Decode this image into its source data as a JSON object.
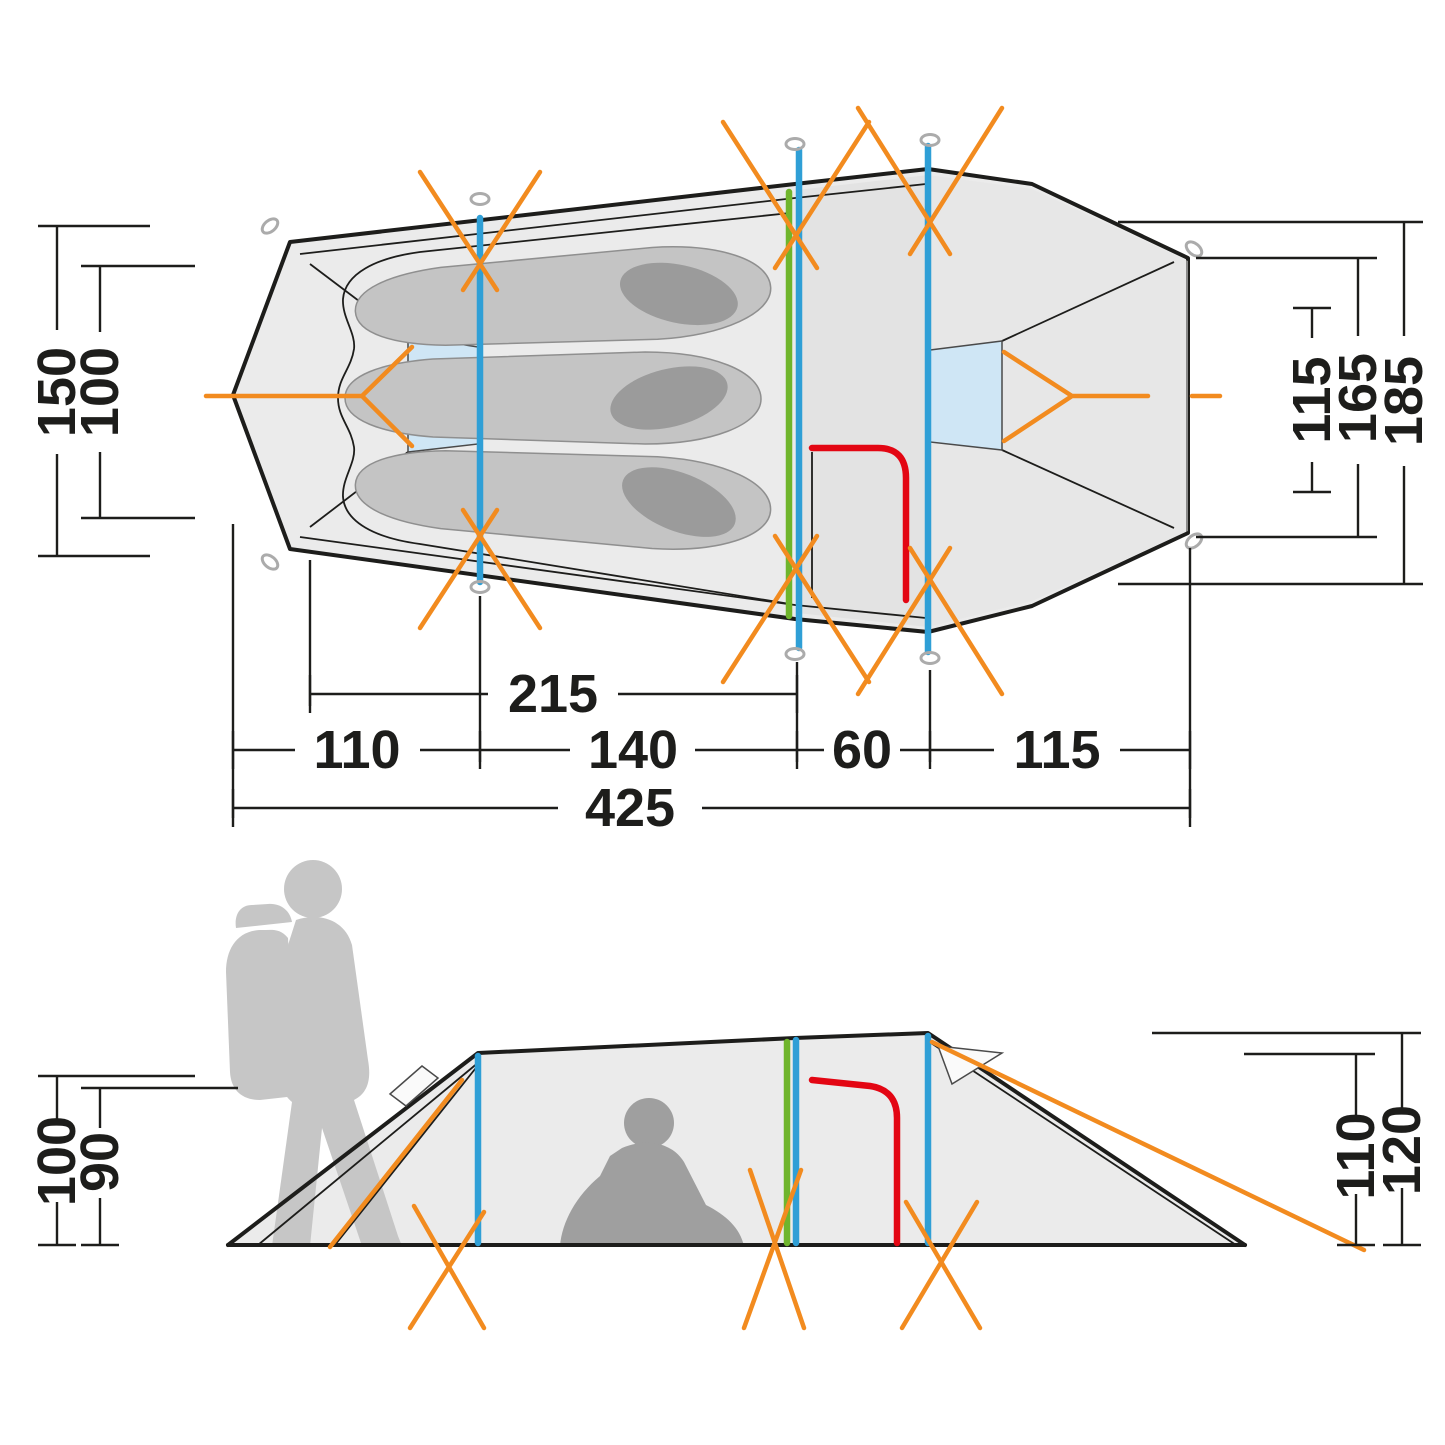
{
  "diagram": {
    "type": "tent-dimension-diagram",
    "views": {
      "top": "top view (floor plan)",
      "side": "side view (elevation)"
    }
  },
  "colors": {
    "background": "#FFFFFF",
    "outline": "#1D1D1B",
    "fabric": "#EBEBEB",
    "inner_fabric": "#F4F4F4",
    "vestibule": "#E3E3E3",
    "mat": "#C4C4C4",
    "pillow": "#9B9B9B",
    "window": "#CFE6F5",
    "vent": "#FAFAFA",
    "pole": "#2F9FD6",
    "divider": "#6FB52C",
    "zipper": "#E30613",
    "guy_line": "#F28B1F",
    "peg": "#ABABAB",
    "hiker": "#C6C6C6",
    "camper": "#9F9F9F",
    "dimension": "#1D1D1B"
  },
  "top_view": {
    "dim_left_outer": "150",
    "dim_left_inner": "100",
    "dim_right_inner": "115",
    "dim_right_mid": "165",
    "dim_right_outer": "185",
    "dim_inner_length": "215",
    "dim_seg_1": "110",
    "dim_seg_2": "140",
    "dim_seg_3": "60",
    "dim_seg_4": "115",
    "dim_total_length": "425"
  },
  "side_view": {
    "dim_left_outer_height": "100",
    "dim_left_inner_height": "90",
    "dim_right_inner_height": "110",
    "dim_right_outer_height": "120"
  }
}
